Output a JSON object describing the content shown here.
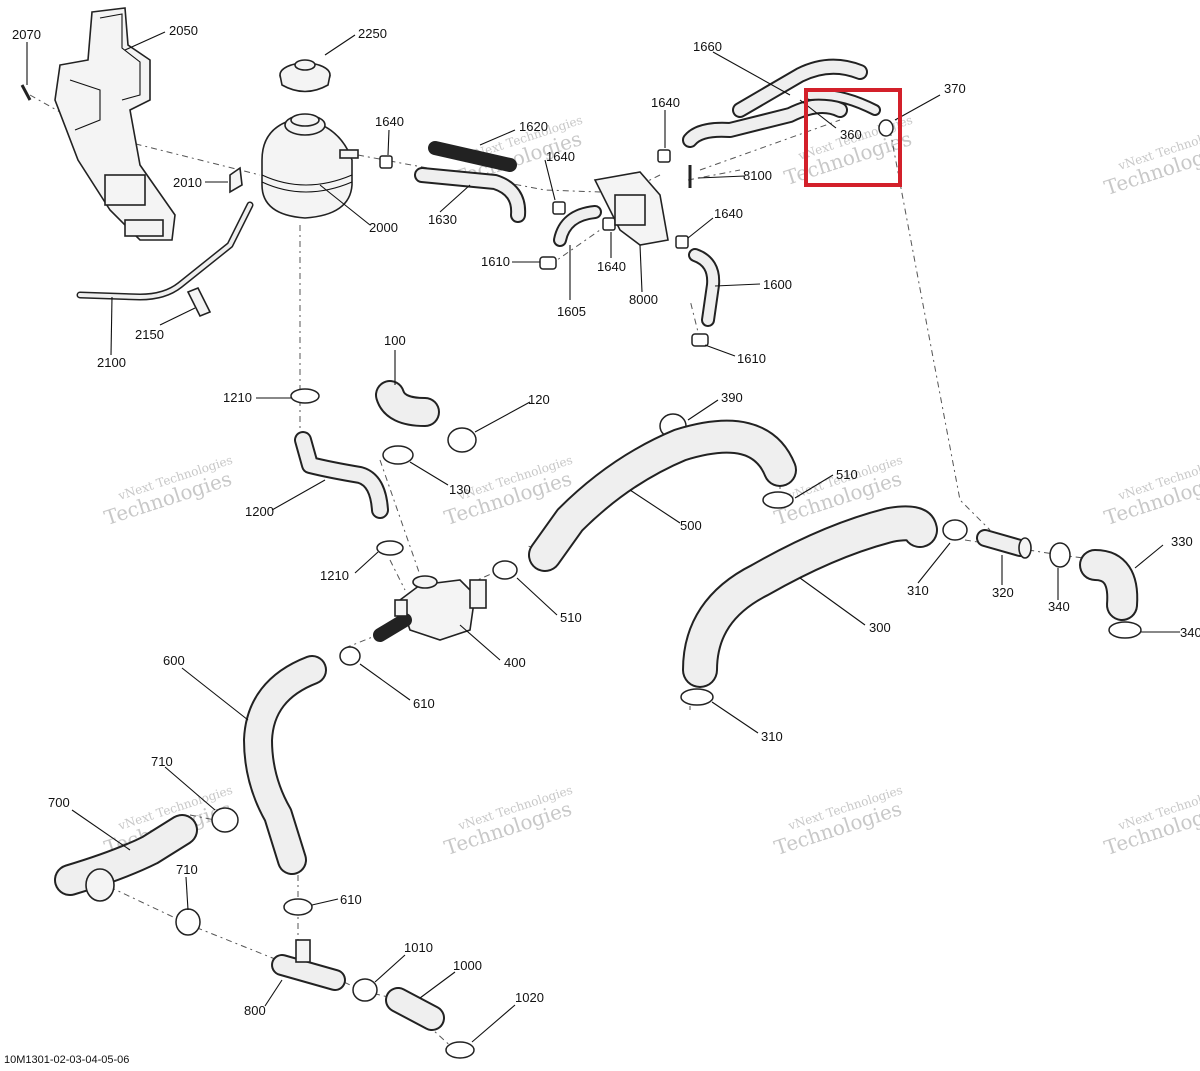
{
  "diagram": {
    "footer_code": "10M1301-02-03-04-05-06",
    "highlighted_part": "360",
    "highlight_color": "#d3202a",
    "watermark": {
      "line1": "vNext Technologies",
      "line2": "Technologies"
    },
    "part_labels": {
      "p2070": "2070",
      "p2050": "2050",
      "p2250": "2250",
      "p1640a": "1640",
      "p1620": "1620",
      "p1640b": "1640",
      "p1640c": "1640",
      "p1660": "1660",
      "p370": "370",
      "p360": "360",
      "p8100": "8100",
      "p2010": "2010",
      "p2000": "2000",
      "p1630": "1630",
      "p1640d": "1640",
      "p1640e": "1640",
      "p1610a": "1610",
      "p1605": "1605",
      "p8000": "8000",
      "p1600": "1600",
      "p1610b": "1610",
      "p2150": "2150",
      "p2100": "2100",
      "p100": "100",
      "p120": "120",
      "p1210a": "1210",
      "p130": "130",
      "p1200": "1200",
      "p390": "390",
      "p510a": "510",
      "p500": "500",
      "p1210b": "1210",
      "p510b": "510",
      "p400": "400",
      "p300": "300",
      "p310a": "310",
      "p320": "320",
      "p340a": "340",
      "p330": "330",
      "p340b": "340",
      "p310b": "310",
      "p600": "600",
      "p610a": "610",
      "p710a": "710",
      "p700": "700",
      "p710b": "710",
      "p610b": "610",
      "p1010": "1010",
      "p1000": "1000",
      "p800": "800",
      "p1020": "1020"
    }
  }
}
